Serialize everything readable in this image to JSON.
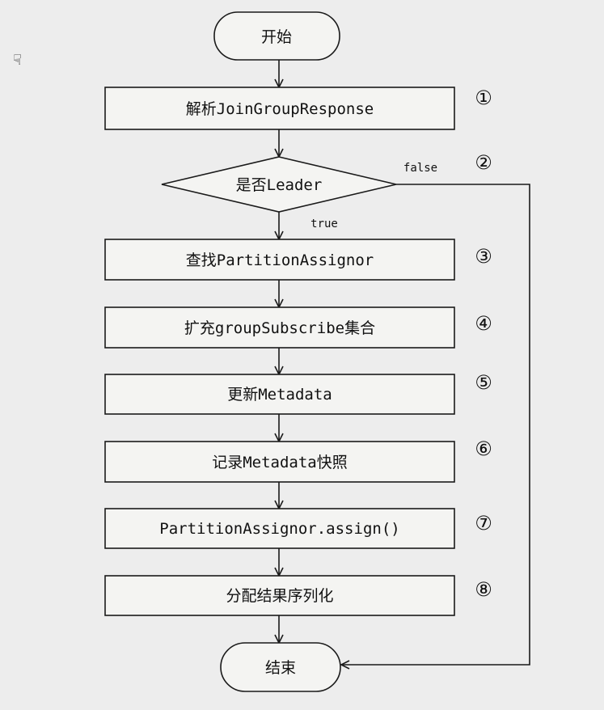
{
  "diagram": {
    "nodes": {
      "start": "开始",
      "parse": "解析JoinGroupResponse",
      "is_leader": "是否Leader",
      "find_assignor": "查找PartitionAssignor",
      "expand": "扩充groupSubscribe集合",
      "update_meta": "更新Metadata",
      "snapshot": "记录Metadata快照",
      "assign": "PartitionAssignor.assign()",
      "serialize": "分配结果序列化",
      "end": "结束"
    },
    "edge_labels": {
      "true": "true",
      "false": "false"
    },
    "step_numbers": [
      "①",
      "②",
      "③",
      "④",
      "⑤",
      "⑥",
      "⑦",
      "⑧"
    ]
  },
  "icons": {
    "cursor": "hand-cursor-icon"
  }
}
